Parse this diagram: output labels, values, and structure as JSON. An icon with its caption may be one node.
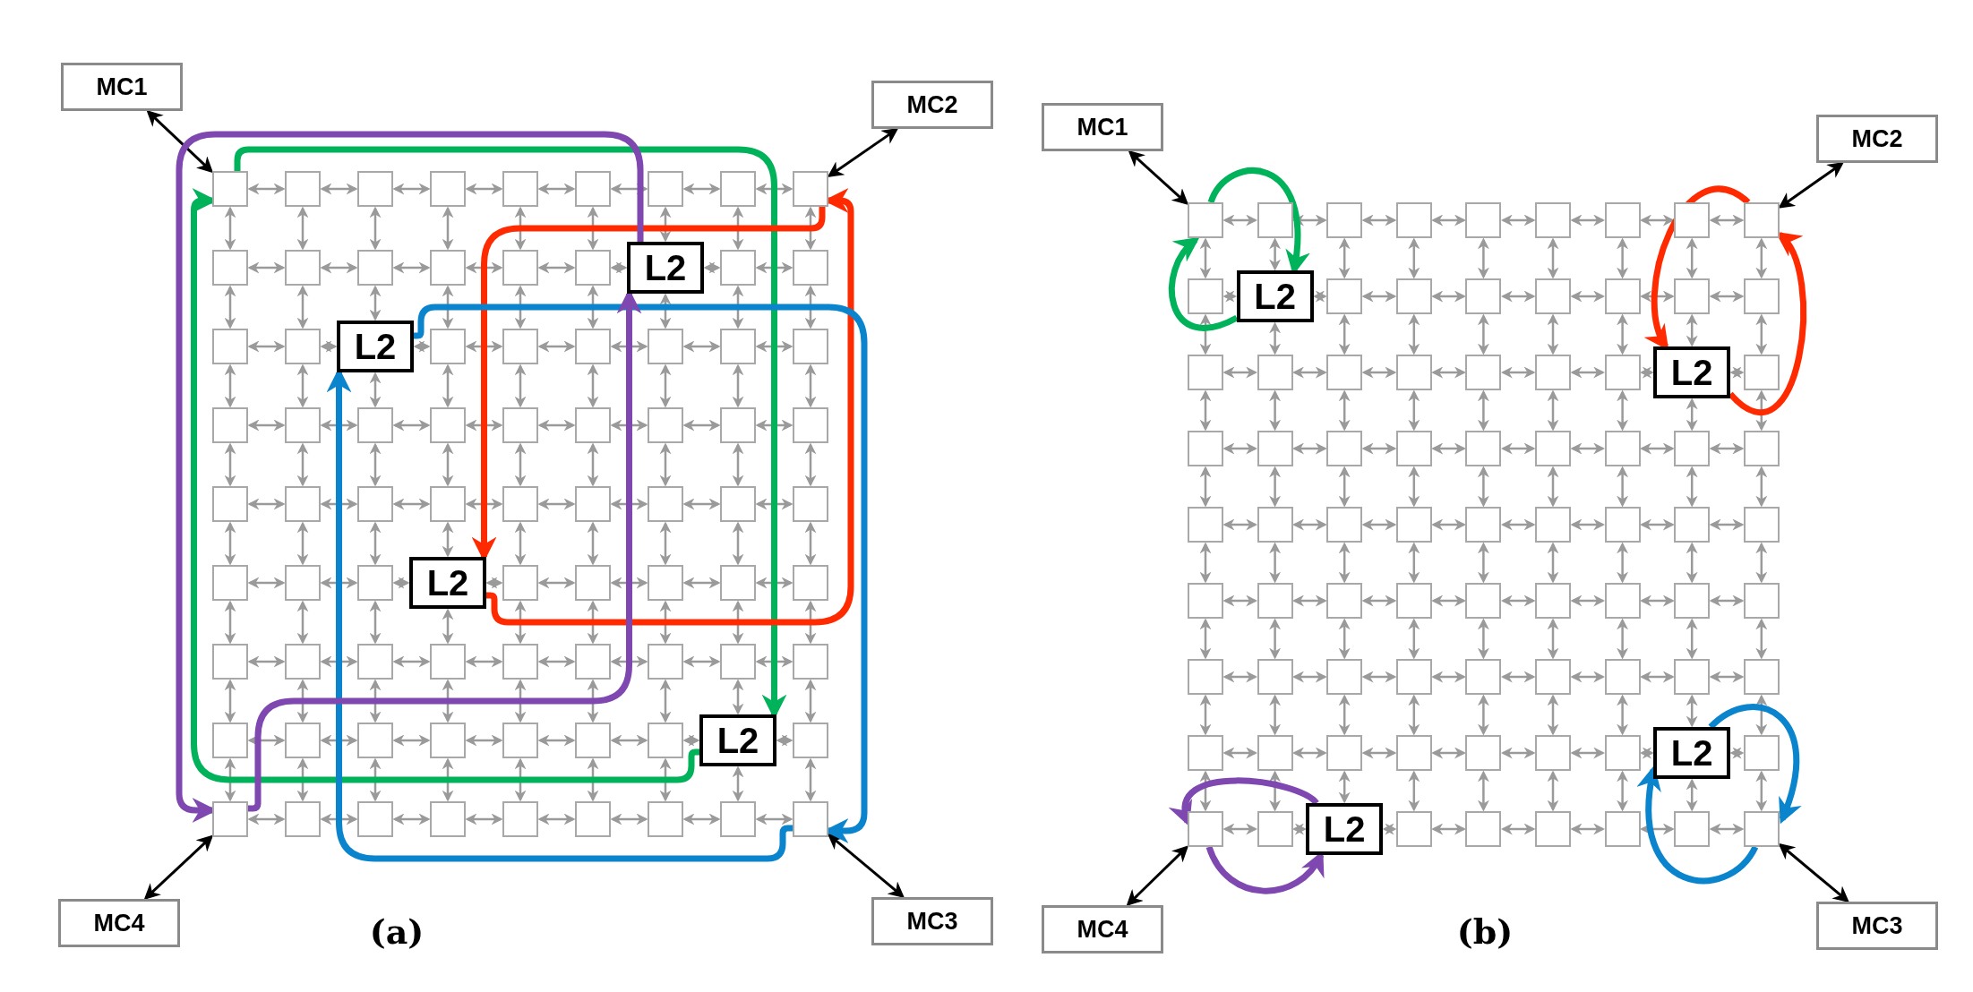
{
  "diagram": {
    "nodes": [
      {
        "text": [
          "MC1"
        ]
      },
      {
        "text": [
          "MC2"
        ]
      },
      {
        "text": [],
        "shape": "box"
      },
      {
        "text": [],
        "shape": "box"
      },
      {
        "text": [],
        "shape": "box"
      },
      {
        "text": [],
        "shape": "box"
      },
      {
        "text": [],
        "shape": "box"
      },
      {
        "text": [],
        "shape": "box"
      },
      {
        "text": [],
        "shape": "box"
      },
      {
        "text": [],
        "shape": "box"
      },
      {
        "text": [],
        "shape": "box"
      },
      {
        "text": [],
        "shape": "box"
      },
      {
        "text": [],
        "shape": "box"
      },
      {
        "text": [],
        "shape": "box"
      },
      {
        "text": [],
        "shape": "box"
      },
      {
        "text": [],
        "shape": "box"
      },
      {
        "text": [],
        "shape": "box"
      },
      {
        "text": [
          "L2"
        ]
      },
      {
        "text": [],
        "shape": "box"
      },
      {
        "text": [],
        "shape": "box"
      },
      {
        "text": [],
        "shape": "box"
      },
      {
        "text": [],
        "shape": "box"
      },
      {
        "text": [
          "L2"
        ]
      },
      {
        "text": [],
        "shape": "box"
      },
      {
        "text": [],
        "shape": "box"
      },
      {
        "text": [],
        "shape": "box"
      },
      {
        "text": [],
        "shape": "box"
      },
      {
        "text": [],
        "shape": "box"
      },
      {
        "text": [],
        "shape": "box"
      },
      {
        "text": [],
        "shape": "box"
      },
      {
        "text": [],
        "shape": "box"
      },
      {
        "text": [],
        "shape": "box"
      },
      {
        "text": [],
        "shape": "box"
      },
      {
        "text": [],
        "shape": "box"
      },
      {
        "text": [],
        "shape": "box"
      },
      {
        "text": [],
        "shape": "box"
      },
      {
        "text": [],
        "shape": "box"
      },
      {
        "text": [],
        "shape": "box"
      },
      {
        "text": [],
        "shape": "box"
      },
      {
        "text": [],
        "shape": "box"
      },
      {
        "text": [],
        "shape": "box"
      },
      {
        "text": [],
        "shape": "box"
      },
      {
        "text": [],
        "shape": "box"
      },
      {
        "text": [],
        "shape": "box"
      },
      {
        "text": [],
        "shape": "box"
      },
      {
        "text": [],
        "shape": "box"
      },
      {
        "text": [],
        "shape": "box"
      },
      {
        "text": [],
        "shape": "box"
      },
      {
        "text": [],
        "shape": "box"
      },
      {
        "text": [],
        "shape": "box"
      },
      {
        "text": [
          "L2"
        ]
      },
      {
        "text": [],
        "shape": "box"
      },
      {
        "text": [],
        "shape": "box"
      },
      {
        "text": [],
        "shape": "box"
      },
      {
        "text": [],
        "shape": "box"
      },
      {
        "text": [],
        "shape": "box"
      },
      {
        "text": [],
        "shape": "box"
      },
      {
        "text": [],
        "shape": "box"
      },
      {
        "text": [],
        "shape": "box"
      },
      {
        "text": [],
        "shape": "box"
      },
      {
        "text": [],
        "shape": "box"
      },
      {
        "text": [],
        "shape": "box"
      },
      {
        "text": [],
        "shape": "box"
      },
      {
        "text": [],
        "shape": "box"
      },
      {
        "text": [],
        "shape": "box"
      },
      {
        "text": [],
        "shape": "box"
      },
      {
        "text": [],
        "shape": "box"
      },
      {
        "text": [],
        "shape": "box"
      },
      {
        "text": [],
        "shape": "box"
      },
      {
        "text": [],
        "shape": "box"
      },
      {
        "text": [],
        "shape": "box"
      },
      {
        "text": [],
        "shape": "box"
      },
      {
        "text": [
          "L2"
        ]
      },
      {
        "text": [],
        "shape": "box"
      },
      {
        "text": [],
        "shape": "box"
      },
      {
        "text": [],
        "shape": "box"
      },
      {
        "text": [],
        "shape": "box"
      },
      {
        "text": [],
        "shape": "box"
      },
      {
        "text": [],
        "shape": "box"
      },
      {
        "text": [],
        "shape": "box"
      },
      {
        "text": [],
        "shape": "box"
      },
      {
        "text": [],
        "shape": "box"
      },
      {
        "text": [],
        "shape": "box"
      },
      {
        "text": [
          "MC4"
        ]
      },
      {
        "text": [
          "MC3"
        ]
      },
      {
        "text": [
          "MC1"
        ]
      },
      {
        "text": [
          "MC2"
        ]
      },
      {
        "text": [],
        "shape": "box"
      },
      {
        "text": [],
        "shape": "box"
      },
      {
        "text": [],
        "shape": "box"
      },
      {
        "text": [],
        "shape": "box"
      },
      {
        "text": [],
        "shape": "box"
      },
      {
        "text": [],
        "shape": "box"
      },
      {
        "text": [],
        "shape": "box"
      },
      {
        "text": [],
        "shape": "box"
      },
      {
        "text": [],
        "shape": "box"
      },
      {
        "text": [],
        "shape": "box"
      },
      {
        "text": [
          "L2"
        ]
      },
      {
        "text": [],
        "shape": "box"
      },
      {
        "text": [],
        "shape": "box"
      },
      {
        "text": [],
        "shape": "box"
      },
      {
        "text": [],
        "shape": "box"
      },
      {
        "text": [],
        "shape": "box"
      },
      {
        "text": [],
        "shape": "box"
      },
      {
        "text": [],
        "shape": "box"
      },
      {
        "text": [],
        "shape": "box"
      },
      {
        "text": [],
        "shape": "box"
      },
      {
        "text": [],
        "shape": "box"
      },
      {
        "text": [],
        "shape": "box"
      },
      {
        "text": [],
        "shape": "box"
      },
      {
        "text": [],
        "shape": "box"
      },
      {
        "text": [],
        "shape": "box"
      },
      {
        "text": [
          "L2"
        ]
      },
      {
        "text": [],
        "shape": "box"
      },
      {
        "text": [],
        "shape": "box"
      },
      {
        "text": [],
        "shape": "box"
      },
      {
        "text": [],
        "shape": "box"
      },
      {
        "text": [],
        "shape": "box"
      },
      {
        "text": [],
        "shape": "box"
      },
      {
        "text": [],
        "shape": "box"
      },
      {
        "text": [],
        "shape": "box"
      },
      {
        "text": [],
        "shape": "box"
      },
      {
        "text": [],
        "shape": "box"
      },
      {
        "text": [],
        "shape": "box"
      },
      {
        "text": [],
        "shape": "box"
      },
      {
        "text": [],
        "shape": "box"
      },
      {
        "text": [],
        "shape": "box"
      },
      {
        "text": [],
        "shape": "box"
      },
      {
        "text": [],
        "shape": "box"
      },
      {
        "text": [],
        "shape": "box"
      },
      {
        "text": [],
        "shape": "box"
      },
      {
        "text": [],
        "shape": "box"
      },
      {
        "text": [],
        "shape": "box"
      },
      {
        "text": [],
        "shape": "box"
      },
      {
        "text": [],
        "shape": "box"
      },
      {
        "text": [],
        "shape": "box"
      },
      {
        "text": [],
        "shape": "box"
      },
      {
        "text": [],
        "shape": "box"
      },
      {
        "text": [],
        "shape": "box"
      },
      {
        "text": [],
        "shape": "box"
      },
      {
        "text": [],
        "shape": "box"
      },
      {
        "text": [],
        "shape": "box"
      },
      {
        "text": [],
        "shape": "box"
      },
      {
        "text": [],
        "shape": "box"
      },
      {
        "text": [],
        "shape": "box"
      },
      {
        "text": [],
        "shape": "box"
      },
      {
        "text": [],
        "shape": "box"
      },
      {
        "text": [],
        "shape": "box"
      },
      {
        "text": [],
        "shape": "box"
      },
      {
        "text": [],
        "shape": "box"
      },
      {
        "text": [],
        "shape": "box"
      },
      {
        "text": [],
        "shape": "box"
      },
      {
        "text": [],
        "shape": "box"
      },
      {
        "text": [],
        "shape": "box"
      },
      {
        "text": [],
        "shape": "box"
      },
      {
        "text": [],
        "shape": "box"
      },
      {
        "text": [],
        "shape": "box"
      },
      {
        "text": [
          "L2"
        ]
      },
      {
        "text": [],
        "shape": "box"
      },
      {
        "text": [],
        "shape": "box"
      },
      {
        "text": [],
        "shape": "box"
      },
      {
        "text": [
          "L2"
        ]
      },
      {
        "text": [],
        "shape": "box"
      },
      {
        "text": [],
        "shape": "box"
      },
      {
        "text": [],
        "shape": "box"
      },
      {
        "text": [],
        "shape": "box"
      },
      {
        "text": [],
        "shape": "box"
      },
      {
        "text": [],
        "shape": "box"
      },
      {
        "text": [
          "MC4"
        ]
      },
      {
        "text": [
          "MC3"
        ]
      }
    ],
    "edges": [
      {
        "from": 2,
        "to": 3,
        "arrow": "both"
      },
      {
        "from": 3,
        "to": 4,
        "arrow": "both"
      },
      {
        "from": 4,
        "to": 5,
        "arrow": "both"
      },
      {
        "from": 5,
        "to": 6,
        "arrow": "both"
      },
      {
        "from": 6,
        "to": 7,
        "arrow": "both"
      },
      {
        "from": 7,
        "to": 8,
        "arrow": "both"
      },
      {
        "from": 8,
        "to": 9,
        "arrow": "both"
      },
      {
        "from": 9,
        "to": 10,
        "arrow": "both"
      },
      {
        "from": 2,
        "to": 11,
        "arrow": "both"
      },
      {
        "from": 3,
        "to": 12,
        "arrow": "both"
      },
      {
        "from": 4,
        "to": 13,
        "arrow": "both"
      },
      {
        "from": 5,
        "to": 14,
        "arrow": "both"
      },
      {
        "from": 6,
        "to": 15,
        "arrow": "both"
      },
      {
        "from": 7,
        "to": 16,
        "arrow": "both"
      },
      {
        "from": 8,
        "to": 17,
        "arrow": "both"
      },
      {
        "from": 9,
        "to": 18,
        "arrow": "both"
      },
      {
        "from": 10,
        "to": 19,
        "arrow": "both"
      },
      {
        "from": 11,
        "to": 12,
        "arrow": "both"
      },
      {
        "from": 12,
        "to": 13,
        "arrow": "both"
      },
      {
        "from": 13,
        "to": 14,
        "arrow": "both"
      },
      {
        "from": 14,
        "to": 15,
        "arrow": "both"
      },
      {
        "from": 15,
        "to": 16,
        "arrow": "both"
      },
      {
        "from": 16,
        "to": 17,
        "arrow": "both"
      },
      {
        "from": 17,
        "to": 18,
        "arrow": "both"
      },
      {
        "from": 18,
        "to": 19,
        "arrow": "both"
      },
      {
        "from": 11,
        "to": 20,
        "arrow": "both"
      },
      {
        "from": 12,
        "to": 21,
        "arrow": "both"
      },
      {
        "from": 13,
        "to": 22,
        "arrow": "both"
      },
      {
        "from": 14,
        "to": 23,
        "arrow": "both"
      },
      {
        "from": 15,
        "to": 24,
        "arrow": "both"
      },
      {
        "from": 16,
        "to": 25,
        "arrow": "both"
      },
      {
        "from": 17,
        "to": 26,
        "arrow": "both"
      },
      {
        "from": 18,
        "to": 27,
        "arrow": "both"
      },
      {
        "from": 19,
        "to": 28,
        "arrow": "both"
      },
      {
        "from": 20,
        "to": 21,
        "arrow": "both"
      },
      {
        "from": 21,
        "to": 22,
        "arrow": "both"
      },
      {
        "from": 22,
        "to": 23,
        "arrow": "both"
      },
      {
        "from": 23,
        "to": 24,
        "arrow": "both"
      },
      {
        "from": 24,
        "to": 25,
        "arrow": "both"
      },
      {
        "from": 25,
        "to": 26,
        "arrow": "both"
      },
      {
        "from": 26,
        "to": 27,
        "arrow": "both"
      },
      {
        "from": 27,
        "to": 28,
        "arrow": "both"
      },
      {
        "from": 20,
        "to": 29,
        "arrow": "both"
      },
      {
        "from": 21,
        "to": 30,
        "arrow": "both"
      },
      {
        "from": 22,
        "to": 31,
        "arrow": "both"
      },
      {
        "from": 23,
        "to": 32,
        "arrow": "both"
      },
      {
        "from": 24,
        "to": 33,
        "arrow": "both"
      },
      {
        "from": 25,
        "to": 34,
        "arrow": "both"
      },
      {
        "from": 26,
        "to": 35,
        "arrow": "both"
      },
      {
        "from": 27,
        "to": 36,
        "arrow": "both"
      },
      {
        "from": 28,
        "to": 37,
        "arrow": "both"
      },
      {
        "from": 29,
        "to": 30,
        "arrow": "both"
      },
      {
        "from": 30,
        "to": 31,
        "arrow": "both"
      },
      {
        "from": 31,
        "to": 32,
        "arrow": "both"
      },
      {
        "from": 32,
        "to": 33,
        "arrow": "both"
      },
      {
        "from": 33,
        "to": 34,
        "arrow": "both"
      },
      {
        "from": 34,
        "to": 35,
        "arrow": "both"
      },
      {
        "from": 35,
        "to": 36,
        "arrow": "both"
      },
      {
        "from": 36,
        "to": 37,
        "arrow": "both"
      },
      {
        "from": 29,
        "to": 38,
        "arrow": "both"
      },
      {
        "from": 30,
        "to": 39,
        "arrow": "both"
      },
      {
        "from": 31,
        "to": 40,
        "arrow": "both"
      },
      {
        "from": 32,
        "to": 41,
        "arrow": "both"
      },
      {
        "from": 33,
        "to": 42,
        "arrow": "both"
      },
      {
        "from": 34,
        "to": 43,
        "arrow": "both"
      },
      {
        "from": 35,
        "to": 44,
        "arrow": "both"
      },
      {
        "from": 36,
        "to": 45,
        "arrow": "both"
      },
      {
        "from": 37,
        "to": 46,
        "arrow": "both"
      },
      {
        "from": 38,
        "to": 39,
        "arrow": "both"
      },
      {
        "from": 39,
        "to": 40,
        "arrow": "both"
      },
      {
        "from": 40,
        "to": 41,
        "arrow": "both"
      },
      {
        "from": 41,
        "to": 42,
        "arrow": "both"
      },
      {
        "from": 42,
        "to": 43,
        "arrow": "both"
      },
      {
        "from": 43,
        "to": 44,
        "arrow": "both"
      },
      {
        "from": 44,
        "to": 45,
        "arrow": "both"
      },
      {
        "from": 45,
        "to": 46,
        "arrow": "both"
      },
      {
        "from": 38,
        "to": 47,
        "arrow": "both"
      },
      {
        "from": 39,
        "to": 48,
        "arrow": "both"
      },
      {
        "from": 40,
        "to": 49,
        "arrow": "both"
      },
      {
        "from": 41,
        "to": 50,
        "arrow": "both"
      },
      {
        "from": 42,
        "to": 51,
        "arrow": "both"
      },
      {
        "from": 43,
        "to": 52,
        "arrow": "both"
      },
      {
        "from": 44,
        "to": 53,
        "arrow": "both"
      },
      {
        "from": 45,
        "to": 54,
        "arrow": "both"
      },
      {
        "from": 46,
        "to": 55,
        "arrow": "both"
      },
      {
        "from": 47,
        "to": 48,
        "arrow": "both"
      },
      {
        "from": 48,
        "to": 49,
        "arrow": "both"
      },
      {
        "from": 49,
        "to": 50,
        "arrow": "both"
      },
      {
        "from": 50,
        "to": 51,
        "arrow": "both"
      },
      {
        "from": 51,
        "to": 52,
        "arrow": "both"
      },
      {
        "from": 52,
        "to": 53,
        "arrow": "both"
      },
      {
        "from": 53,
        "to": 54,
        "arrow": "both"
      },
      {
        "from": 54,
        "to": 55,
        "arrow": "both"
      },
      {
        "from": 47,
        "to": 56,
        "arrow": "both"
      },
      {
        "from": 48,
        "to": 57,
        "arrow": "both"
      },
      {
        "from": 49,
        "to": 58,
        "arrow": "both"
      },
      {
        "from": 50,
        "to": 59,
        "arrow": "both"
      },
      {
        "from": 51,
        "to": 60,
        "arrow": "both"
      },
      {
        "from": 52,
        "to": 61,
        "arrow": "both"
      },
      {
        "from": 53,
        "to": 62,
        "arrow": "both"
      },
      {
        "from": 54,
        "to": 63,
        "arrow": "both"
      },
      {
        "from": 55,
        "to": 64,
        "arrow": "both"
      },
      {
        "from": 56,
        "to": 57,
        "arrow": "both"
      },
      {
        "from": 57,
        "to": 58,
        "arrow": "both"
      },
      {
        "from": 58,
        "to": 59,
        "arrow": "both"
      },
      {
        "from": 59,
        "to": 60,
        "arrow": "both"
      },
      {
        "from": 60,
        "to": 61,
        "arrow": "both"
      },
      {
        "from": 61,
        "to": 62,
        "arrow": "both"
      },
      {
        "from": 62,
        "to": 63,
        "arrow": "both"
      },
      {
        "from": 63,
        "to": 64,
        "arrow": "both"
      },
      {
        "from": 56,
        "to": 65,
        "arrow": "both"
      },
      {
        "from": 57,
        "to": 66,
        "arrow": "both"
      },
      {
        "from": 58,
        "to": 67,
        "arrow": "both"
      },
      {
        "from": 59,
        "to": 68,
        "arrow": "both"
      },
      {
        "from": 60,
        "to": 69,
        "arrow": "both"
      },
      {
        "from": 61,
        "to": 70,
        "arrow": "both"
      },
      {
        "from": 62,
        "to": 71,
        "arrow": "both"
      },
      {
        "from": 63,
        "to": 72,
        "arrow": "both"
      },
      {
        "from": 64,
        "to": 73,
        "arrow": "both"
      },
      {
        "from": 65,
        "to": 66,
        "arrow": "both"
      },
      {
        "from": 66,
        "to": 67,
        "arrow": "both"
      },
      {
        "from": 67,
        "to": 68,
        "arrow": "both"
      },
      {
        "from": 68,
        "to": 69,
        "arrow": "both"
      },
      {
        "from": 69,
        "to": 70,
        "arrow": "both"
      },
      {
        "from": 70,
        "to": 71,
        "arrow": "both"
      },
      {
        "from": 71,
        "to": 72,
        "arrow": "both"
      },
      {
        "from": 72,
        "to": 73,
        "arrow": "both"
      },
      {
        "from": 65,
        "to": 74,
        "arrow": "both"
      },
      {
        "from": 66,
        "to": 75,
        "arrow": "both"
      },
      {
        "from": 67,
        "to": 76,
        "arrow": "both"
      },
      {
        "from": 68,
        "to": 77,
        "arrow": "both"
      },
      {
        "from": 69,
        "to": 78,
        "arrow": "both"
      },
      {
        "from": 70,
        "to": 79,
        "arrow": "both"
      },
      {
        "from": 71,
        "to": 80,
        "arrow": "both"
      },
      {
        "from": 72,
        "to": 81,
        "arrow": "both"
      },
      {
        "from": 73,
        "to": 82,
        "arrow": "both"
      },
      {
        "from": 74,
        "to": 75,
        "arrow": "both"
      },
      {
        "from": 75,
        "to": 76,
        "arrow": "both"
      },
      {
        "from": 76,
        "to": 77,
        "arrow": "both"
      },
      {
        "from": 77,
        "to": 78,
        "arrow": "both"
      },
      {
        "from": 78,
        "to": 79,
        "arrow": "both"
      },
      {
        "from": 79,
        "to": 80,
        "arrow": "both"
      },
      {
        "from": 80,
        "to": 81,
        "arrow": "both"
      },
      {
        "from": 81,
        "to": 82,
        "arrow": "both"
      },
      {
        "from": 87,
        "to": 88,
        "arrow": "both"
      },
      {
        "from": 88,
        "to": 89,
        "arrow": "both"
      },
      {
        "from": 89,
        "to": 90,
        "arrow": "both"
      },
      {
        "from": 90,
        "to": 91,
        "arrow": "both"
      },
      {
        "from": 91,
        "to": 92,
        "arrow": "both"
      },
      {
        "from": 92,
        "to": 93,
        "arrow": "both"
      },
      {
        "from": 93,
        "to": 94,
        "arrow": "both"
      },
      {
        "from": 94,
        "to": 95,
        "arrow": "both"
      },
      {
        "from": 87,
        "to": 96,
        "arrow": "both"
      },
      {
        "from": 88,
        "to": 97,
        "arrow": "both"
      },
      {
        "from": 89,
        "to": 98,
        "arrow": "both"
      },
      {
        "from": 90,
        "to": 99,
        "arrow": "both"
      },
      {
        "from": 91,
        "to": 100,
        "arrow": "both"
      },
      {
        "from": 92,
        "to": 101,
        "arrow": "both"
      },
      {
        "from": 93,
        "to": 102,
        "arrow": "both"
      },
      {
        "from": 94,
        "to": 103,
        "arrow": "both"
      },
      {
        "from": 95,
        "to": 104,
        "arrow": "both"
      },
      {
        "from": 96,
        "to": 97,
        "arrow": "both"
      },
      {
        "from": 97,
        "to": 98,
        "arrow": "both"
      },
      {
        "from": 98,
        "to": 99,
        "arrow": "both"
      },
      {
        "from": 99,
        "to": 100,
        "arrow": "both"
      },
      {
        "from": 100,
        "to": 101,
        "arrow": "both"
      },
      {
        "from": 101,
        "to": 102,
        "arrow": "both"
      },
      {
        "from": 102,
        "to": 103,
        "arrow": "both"
      },
      {
        "from": 103,
        "to": 104,
        "arrow": "both"
      },
      {
        "from": 96,
        "to": 105,
        "arrow": "both"
      },
      {
        "from": 97,
        "to": 106,
        "arrow": "both"
      },
      {
        "from": 98,
        "to": 107,
        "arrow": "both"
      },
      {
        "from": 99,
        "to": 108,
        "arrow": "both"
      },
      {
        "from": 100,
        "to": 109,
        "arrow": "both"
      },
      {
        "from": 101,
        "to": 110,
        "arrow": "both"
      },
      {
        "from": 102,
        "to": 111,
        "arrow": "both"
      },
      {
        "from": 103,
        "to": 112,
        "arrow": "both"
      },
      {
        "from": 104,
        "to": 113,
        "arrow": "both"
      },
      {
        "from": 105,
        "to": 106,
        "arrow": "both"
      },
      {
        "from": 106,
        "to": 107,
        "arrow": "both"
      },
      {
        "from": 107,
        "to": 108,
        "arrow": "both"
      },
      {
        "from": 108,
        "to": 109,
        "arrow": "both"
      },
      {
        "from": 109,
        "to": 110,
        "arrow": "both"
      },
      {
        "from": 110,
        "to": 111,
        "arrow": "both"
      },
      {
        "from": 111,
        "to": 112,
        "arrow": "both"
      },
      {
        "from": 112,
        "to": 113,
        "arrow": "both"
      },
      {
        "from": 105,
        "to": 114,
        "arrow": "both"
      },
      {
        "from": 106,
        "to": 115,
        "arrow": "both"
      },
      {
        "from": 107,
        "to": 116,
        "arrow": "both"
      },
      {
        "from": 108,
        "to": 117,
        "arrow": "both"
      },
      {
        "from": 109,
        "to": 118,
        "arrow": "both"
      },
      {
        "from": 110,
        "to": 119,
        "arrow": "both"
      },
      {
        "from": 111,
        "to": 120,
        "arrow": "both"
      },
      {
        "from": 112,
        "to": 121,
        "arrow": "both"
      },
      {
        "from": 113,
        "to": 122,
        "arrow": "both"
      },
      {
        "from": 114,
        "to": 115,
        "arrow": "both"
      },
      {
        "from": 115,
        "to": 116,
        "arrow": "both"
      },
      {
        "from": 116,
        "to": 117,
        "arrow": "both"
      },
      {
        "from": 117,
        "to": 118,
        "arrow": "both"
      },
      {
        "from": 118,
        "to": 119,
        "arrow": "both"
      },
      {
        "from": 119,
        "to": 120,
        "arrow": "both"
      },
      {
        "from": 120,
        "to": 121,
        "arrow": "both"
      },
      {
        "from": 121,
        "to": 122,
        "arrow": "both"
      },
      {
        "from": 114,
        "to": 123,
        "arrow": "both"
      },
      {
        "from": 115,
        "to": 124,
        "arrow": "both"
      },
      {
        "from": 116,
        "to": 125,
        "arrow": "both"
      },
      {
        "from": 117,
        "to": 126,
        "arrow": "both"
      },
      {
        "from": 118,
        "to": 127,
        "arrow": "both"
      },
      {
        "from": 119,
        "to": 128,
        "arrow": "both"
      },
      {
        "from": 120,
        "to": 129,
        "arrow": "both"
      },
      {
        "from": 121,
        "to": 130,
        "arrow": "both"
      },
      {
        "from": 122,
        "to": 131,
        "arrow": "both"
      },
      {
        "from": 123,
        "to": 124,
        "arrow": "both"
      },
      {
        "from": 124,
        "to": 125,
        "arrow": "both"
      },
      {
        "from": 125,
        "to": 126,
        "arrow": "both"
      },
      {
        "from": 126,
        "to": 127,
        "arrow": "both"
      },
      {
        "from": 127,
        "to": 128,
        "arrow": "both"
      },
      {
        "from": 128,
        "to": 129,
        "arrow": "both"
      },
      {
        "from": 129,
        "to": 130,
        "arrow": "both"
      },
      {
        "from": 130,
        "to": 131,
        "arrow": "both"
      },
      {
        "from": 123,
        "to": 132,
        "arrow": "both"
      },
      {
        "from": 124,
        "to": 133,
        "arrow": "both"
      },
      {
        "from": 125,
        "to": 134,
        "arrow": "both"
      },
      {
        "from": 126,
        "to": 135,
        "arrow": "both"
      },
      {
        "from": 127,
        "to": 136,
        "arrow": "both"
      },
      {
        "from": 128,
        "to": 137,
        "arrow": "both"
      },
      {
        "from": 129,
        "to": 138,
        "arrow": "both"
      },
      {
        "from": 130,
        "to": 139,
        "arrow": "both"
      },
      {
        "from": 131,
        "to": 140,
        "arrow": "both"
      },
      {
        "from": 132,
        "to": 133,
        "arrow": "both"
      },
      {
        "from": 133,
        "to": 134,
        "arrow": "both"
      },
      {
        "from": 134,
        "to": 135,
        "arrow": "both"
      },
      {
        "from": 135,
        "to": 136,
        "arrow": "both"
      },
      {
        "from": 136,
        "to": 137,
        "arrow": "both"
      },
      {
        "from": 137,
        "to": 138,
        "arrow": "both"
      },
      {
        "from": 138,
        "to": 139,
        "arrow": "both"
      },
      {
        "from": 139,
        "to": 140,
        "arrow": "both"
      },
      {
        "from": 132,
        "to": 141,
        "arrow": "both"
      },
      {
        "from": 133,
        "to": 142,
        "arrow": "both"
      },
      {
        "from": 134,
        "to": 143,
        "arrow": "both"
      },
      {
        "from": 135,
        "to": 144,
        "arrow": "both"
      },
      {
        "from": 136,
        "to": 145,
        "arrow": "both"
      },
      {
        "from": 137,
        "to": 146,
        "arrow": "both"
      },
      {
        "from": 138,
        "to": 147,
        "arrow": "both"
      },
      {
        "from": 139,
        "to": 148,
        "arrow": "both"
      },
      {
        "from": 140,
        "to": 149,
        "arrow": "both"
      },
      {
        "from": 141,
        "to": 142,
        "arrow": "both"
      },
      {
        "from": 142,
        "to": 143,
        "arrow": "both"
      },
      {
        "from": 143,
        "to": 144,
        "arrow": "both"
      },
      {
        "from": 144,
        "to": 145,
        "arrow": "both"
      },
      {
        "from": 145,
        "to": 146,
        "arrow": "both"
      },
      {
        "from": 146,
        "to": 147,
        "arrow": "both"
      },
      {
        "from": 147,
        "to": 148,
        "arrow": "both"
      },
      {
        "from": 148,
        "to": 149,
        "arrow": "both"
      },
      {
        "from": 141,
        "to": 150,
        "arrow": "both"
      },
      {
        "from": 142,
        "to": 151,
        "arrow": "both"
      },
      {
        "from": 143,
        "to": 152,
        "arrow": "both"
      },
      {
        "from": 144,
        "to": 153,
        "arrow": "both"
      },
      {
        "from": 145,
        "to": 154,
        "arrow": "both"
      },
      {
        "from": 146,
        "to": 155,
        "arrow": "both"
      },
      {
        "from": 147,
        "to": 156,
        "arrow": "both"
      },
      {
        "from": 148,
        "to": 157,
        "arrow": "both"
      },
      {
        "from": 149,
        "to": 158,
        "arrow": "both"
      },
      {
        "from": 150,
        "to": 151,
        "arrow": "both"
      },
      {
        "from": 151,
        "to": 152,
        "arrow": "both"
      },
      {
        "from": 152,
        "to": 153,
        "arrow": "both"
      },
      {
        "from": 153,
        "to": 154,
        "arrow": "both"
      },
      {
        "from": 154,
        "to": 155,
        "arrow": "both"
      },
      {
        "from": 155,
        "to": 156,
        "arrow": "both"
      },
      {
        "from": 156,
        "to": 157,
        "arrow": "both"
      },
      {
        "from": 157,
        "to": 158,
        "arrow": "both"
      },
      {
        "from": 150,
        "to": 159,
        "arrow": "both"
      },
      {
        "from": 151,
        "to": 160,
        "arrow": "both"
      },
      {
        "from": 152,
        "to": 161,
        "arrow": "both"
      },
      {
        "from": 153,
        "to": 162,
        "arrow": "both"
      },
      {
        "from": 154,
        "to": 163,
        "arrow": "both"
      },
      {
        "from": 155,
        "to": 164,
        "arrow": "both"
      },
      {
        "from": 156,
        "to": 165,
        "arrow": "both"
      },
      {
        "from": 157,
        "to": 166,
        "arrow": "both"
      },
      {
        "from": 158,
        "to": 167,
        "arrow": "both"
      },
      {
        "from": 159,
        "to": 160,
        "arrow": "both"
      },
      {
        "from": 160,
        "to": 161,
        "arrow": "both"
      },
      {
        "from": 161,
        "to": 162,
        "arrow": "both"
      },
      {
        "from": 162,
        "to": 163,
        "arrow": "both"
      },
      {
        "from": 163,
        "to": 164,
        "arrow": "both"
      },
      {
        "from": 164,
        "to": 165,
        "arrow": "both"
      },
      {
        "from": 165,
        "to": 166,
        "arrow": "both"
      },
      {
        "from": 166,
        "to": 167,
        "arrow": "both"
      },
      {
        "from": 0,
        "to": 2,
        "arrow": "both",
        "color": "#000000"
      },
      {
        "from": 1,
        "to": 10,
        "arrow": "both",
        "color": "#000000"
      },
      {
        "from": 83,
        "to": 74,
        "arrow": "both",
        "color": "#000000"
      },
      {
        "from": 84,
        "to": 82,
        "arrow": "both",
        "color": "#000000"
      },
      {
        "from": 85,
        "to": 87,
        "arrow": "both",
        "color": "#000000"
      },
      {
        "from": 86,
        "to": 95,
        "arrow": "both",
        "color": "#000000"
      },
      {
        "from": 168,
        "to": 159,
        "arrow": "both",
        "color": "#000000"
      },
      {
        "from": 169,
        "to": 167,
        "arrow": "both",
        "color": "#000000"
      },
      {
        "from": 2,
        "to": 72,
        "arrow": "to",
        "style": "thick",
        "color": "#00b25a"
      },
      {
        "from": 72,
        "to": 2,
        "arrow": "to",
        "style": "thick",
        "color": "#00b25a"
      },
      {
        "from": 10,
        "to": 50,
        "arrow": "to",
        "style": "thick",
        "color": "#ff2a00"
      },
      {
        "from": 50,
        "to": 10,
        "arrow": "to",
        "style": "thick",
        "color": "#ff2a00"
      },
      {
        "from": 82,
        "to": 22,
        "arrow": "to",
        "style": "thick",
        "color": "#0a84cc"
      },
      {
        "from": 22,
        "to": 82,
        "arrow": "to",
        "style": "thick",
        "color": "#0a84cc"
      },
      {
        "from": 74,
        "to": 17,
        "arrow": "to",
        "style": "thick",
        "color": "#7f47b0"
      },
      {
        "from": 17,
        "to": 74,
        "arrow": "to",
        "style": "thick",
        "color": "#7f47b0"
      },
      {
        "from": 87,
        "to": 97,
        "arrow": "to",
        "style": "thick",
        "color": "#00b25a"
      },
      {
        "from": 97,
        "to": 87,
        "arrow": "to",
        "style": "thick",
        "color": "#00b25a"
      },
      {
        "from": 95,
        "to": 112,
        "arrow": "to",
        "style": "thick",
        "color": "#ff2a00"
      },
      {
        "from": 112,
        "to": 95,
        "arrow": "to",
        "style": "thick",
        "color": "#ff2a00"
      },
      {
        "from": 157,
        "to": 167,
        "arrow": "to",
        "style": "thick",
        "color": "#0a84cc"
      },
      {
        "from": 167,
        "to": 157,
        "arrow": "to",
        "style": "thick",
        "color": "#0a84cc"
      },
      {
        "from": 159,
        "to": 161,
        "arrow": "to",
        "style": "thick",
        "color": "#7f47b0"
      },
      {
        "from": 161,
        "to": 159,
        "arrow": "to",
        "style": "thick",
        "color": "#7f47b0"
      }
    ],
    "labels": [
      "(a)",
      "(b)"
    ]
  }
}
